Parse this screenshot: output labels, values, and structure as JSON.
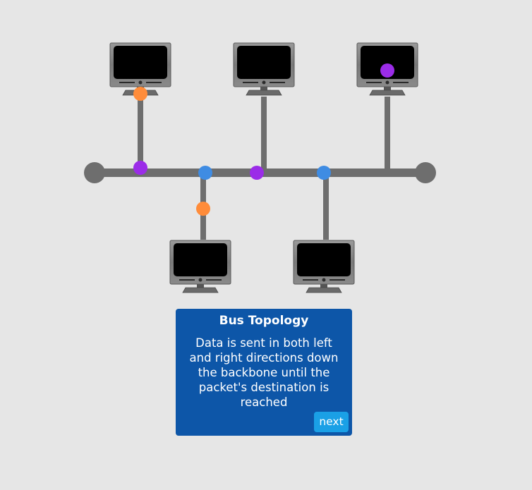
{
  "info": {
    "title": "Bus Topology",
    "text": "Data is sent in both left and right directions down the backbone until the packet's destination is reached",
    "next_label": "next"
  },
  "colors": {
    "background": "#e6e6e6",
    "backbone": "#6e6e6e",
    "packet_orange": "#ff8c3a",
    "packet_blue": "#3f8ce3",
    "packet_purple": "#9b2ce8",
    "info_box": "#0d56a8",
    "next_button": "#1aa0e6"
  },
  "computers": [
    {
      "id": "computer-top-1",
      "icon": "monitor-icon"
    },
    {
      "id": "computer-top-2",
      "icon": "monitor-icon"
    },
    {
      "id": "computer-top-3",
      "icon": "monitor-icon"
    },
    {
      "id": "computer-bottom-1",
      "icon": "monitor-icon"
    },
    {
      "id": "computer-bottom-2",
      "icon": "monitor-icon"
    }
  ]
}
